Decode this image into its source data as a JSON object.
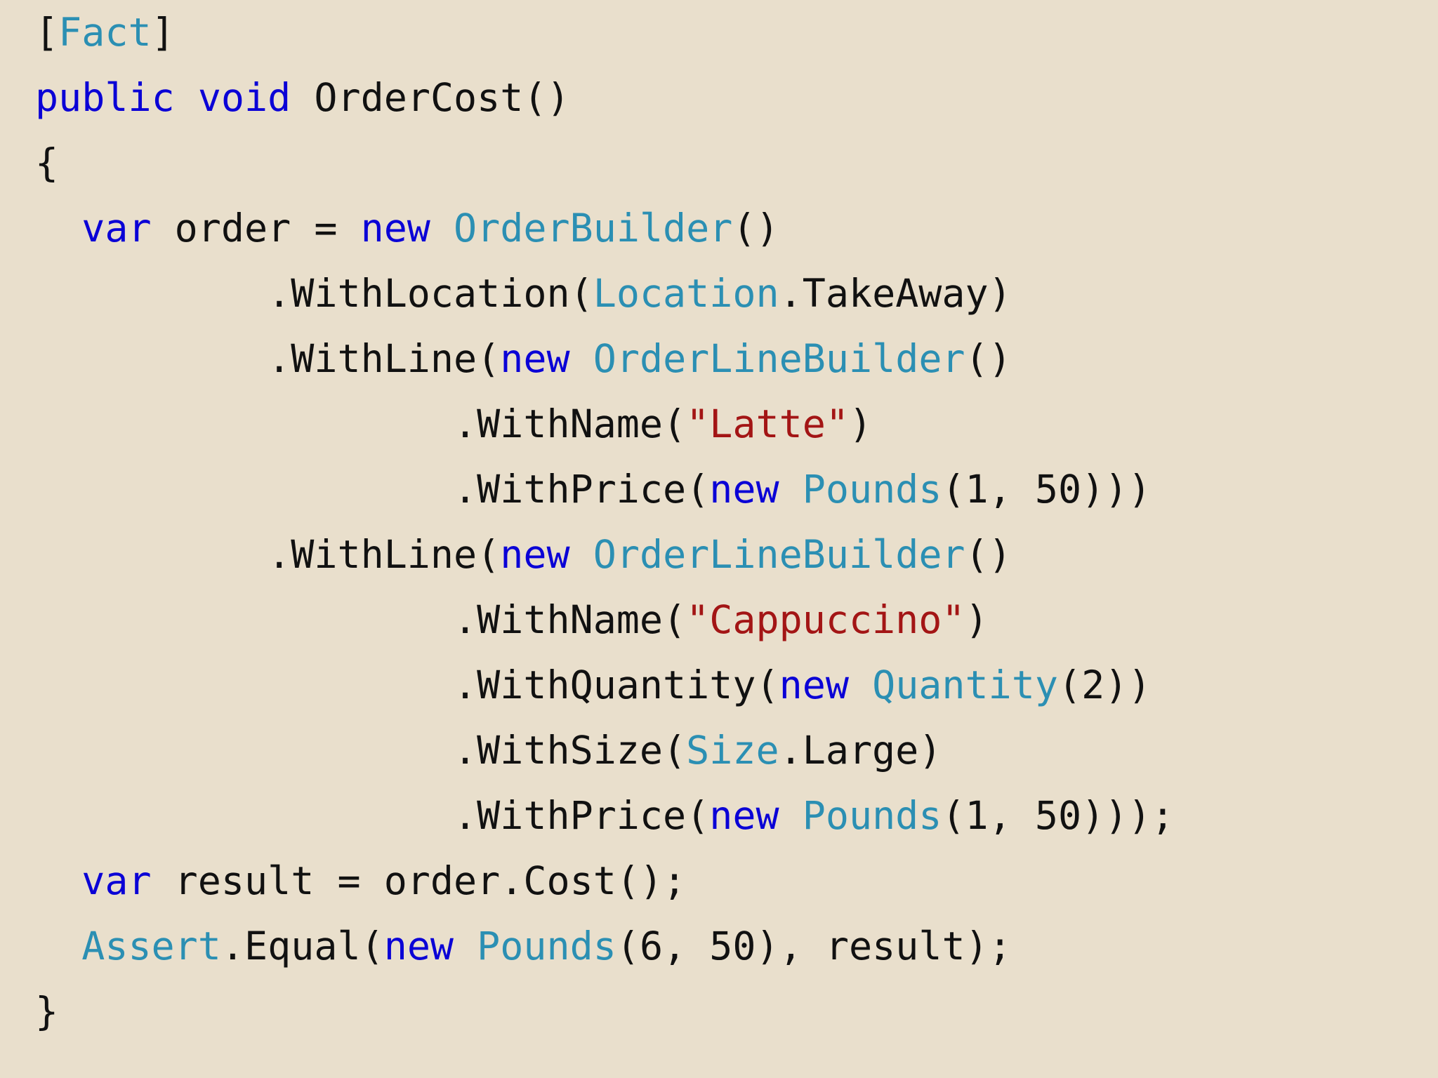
{
  "theme": {
    "background": "#e9dfcc",
    "plain": "#111111",
    "keyword": "#0a00d6",
    "type": "#2b8fb3",
    "string": "#a31515"
  },
  "lines": [
    {
      "indent": 0,
      "tokens": [
        {
          "t": "[",
          "k": "plain"
        },
        {
          "t": "Fact",
          "k": "type"
        },
        {
          "t": "]",
          "k": "plain"
        }
      ]
    },
    {
      "indent": 0,
      "tokens": [
        {
          "t": "public",
          "k": "keyword"
        },
        {
          "t": " ",
          "k": "plain"
        },
        {
          "t": "void",
          "k": "keyword"
        },
        {
          "t": " OrderCost()",
          "k": "plain"
        }
      ]
    },
    {
      "indent": 0,
      "tokens": [
        {
          "t": "{",
          "k": "plain"
        }
      ]
    },
    {
      "indent": 2,
      "tokens": [
        {
          "t": "var",
          "k": "keyword"
        },
        {
          "t": " order = ",
          "k": "plain"
        },
        {
          "t": "new",
          "k": "keyword"
        },
        {
          "t": " ",
          "k": "plain"
        },
        {
          "t": "OrderBuilder",
          "k": "type"
        },
        {
          "t": "()",
          "k": "plain"
        }
      ]
    },
    {
      "indent": 10,
      "tokens": [
        {
          "t": ".WithLocation(",
          "k": "plain"
        },
        {
          "t": "Location",
          "k": "type"
        },
        {
          "t": ".TakeAway)",
          "k": "plain"
        }
      ]
    },
    {
      "indent": 10,
      "tokens": [
        {
          "t": ".WithLine(",
          "k": "plain"
        },
        {
          "t": "new",
          "k": "keyword"
        },
        {
          "t": " ",
          "k": "plain"
        },
        {
          "t": "OrderLineBuilder",
          "k": "type"
        },
        {
          "t": "()",
          "k": "plain"
        }
      ]
    },
    {
      "indent": 18,
      "tokens": [
        {
          "t": ".WithName(",
          "k": "plain"
        },
        {
          "t": "\"Latte\"",
          "k": "string"
        },
        {
          "t": ")",
          "k": "plain"
        }
      ]
    },
    {
      "indent": 18,
      "tokens": [
        {
          "t": ".WithPrice(",
          "k": "plain"
        },
        {
          "t": "new",
          "k": "keyword"
        },
        {
          "t": " ",
          "k": "plain"
        },
        {
          "t": "Pounds",
          "k": "type"
        },
        {
          "t": "(1, 50)))",
          "k": "plain"
        }
      ]
    },
    {
      "indent": 10,
      "tokens": [
        {
          "t": ".WithLine(",
          "k": "plain"
        },
        {
          "t": "new",
          "k": "keyword"
        },
        {
          "t": " ",
          "k": "plain"
        },
        {
          "t": "OrderLineBuilder",
          "k": "type"
        },
        {
          "t": "()",
          "k": "plain"
        }
      ]
    },
    {
      "indent": 18,
      "tokens": [
        {
          "t": ".WithName(",
          "k": "plain"
        },
        {
          "t": "\"Cappuccino\"",
          "k": "string"
        },
        {
          "t": ")",
          "k": "plain"
        }
      ]
    },
    {
      "indent": 18,
      "tokens": [
        {
          "t": ".WithQuantity(",
          "k": "plain"
        },
        {
          "t": "new",
          "k": "keyword"
        },
        {
          "t": " ",
          "k": "plain"
        },
        {
          "t": "Quantity",
          "k": "type"
        },
        {
          "t": "(2))",
          "k": "plain"
        }
      ]
    },
    {
      "indent": 18,
      "tokens": [
        {
          "t": ".WithSize(",
          "k": "plain"
        },
        {
          "t": "Size",
          "k": "type"
        },
        {
          "t": ".Large)",
          "k": "plain"
        }
      ]
    },
    {
      "indent": 18,
      "tokens": [
        {
          "t": ".WithPrice(",
          "k": "plain"
        },
        {
          "t": "new",
          "k": "keyword"
        },
        {
          "t": " ",
          "k": "plain"
        },
        {
          "t": "Pounds",
          "k": "type"
        },
        {
          "t": "(1, 50)));",
          "k": "plain"
        }
      ]
    },
    {
      "indent": 2,
      "tokens": [
        {
          "t": "var",
          "k": "keyword"
        },
        {
          "t": " result = order.Cost();",
          "k": "plain"
        }
      ]
    },
    {
      "indent": 2,
      "tokens": [
        {
          "t": "Assert",
          "k": "type"
        },
        {
          "t": ".Equal(",
          "k": "plain"
        },
        {
          "t": "new",
          "k": "keyword"
        },
        {
          "t": " ",
          "k": "plain"
        },
        {
          "t": "Pounds",
          "k": "type"
        },
        {
          "t": "(6, 50), result);",
          "k": "plain"
        }
      ]
    },
    {
      "indent": 0,
      "tokens": [
        {
          "t": "}",
          "k": "plain"
        }
      ]
    }
  ]
}
